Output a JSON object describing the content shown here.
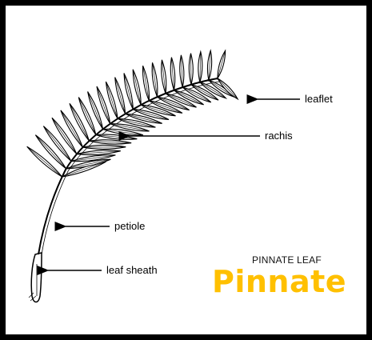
{
  "labels": {
    "leaflet": "leaflet",
    "rachis": "rachis",
    "petiole": "petiole",
    "leaf_sheath": "leaf sheath"
  },
  "caption": {
    "subtitle": "PINNATE LEAF",
    "title": "Pinnate"
  },
  "colors": {
    "frame": "#000000",
    "background": "#ffffff",
    "title": "#ffc000",
    "ink": "#000000"
  }
}
